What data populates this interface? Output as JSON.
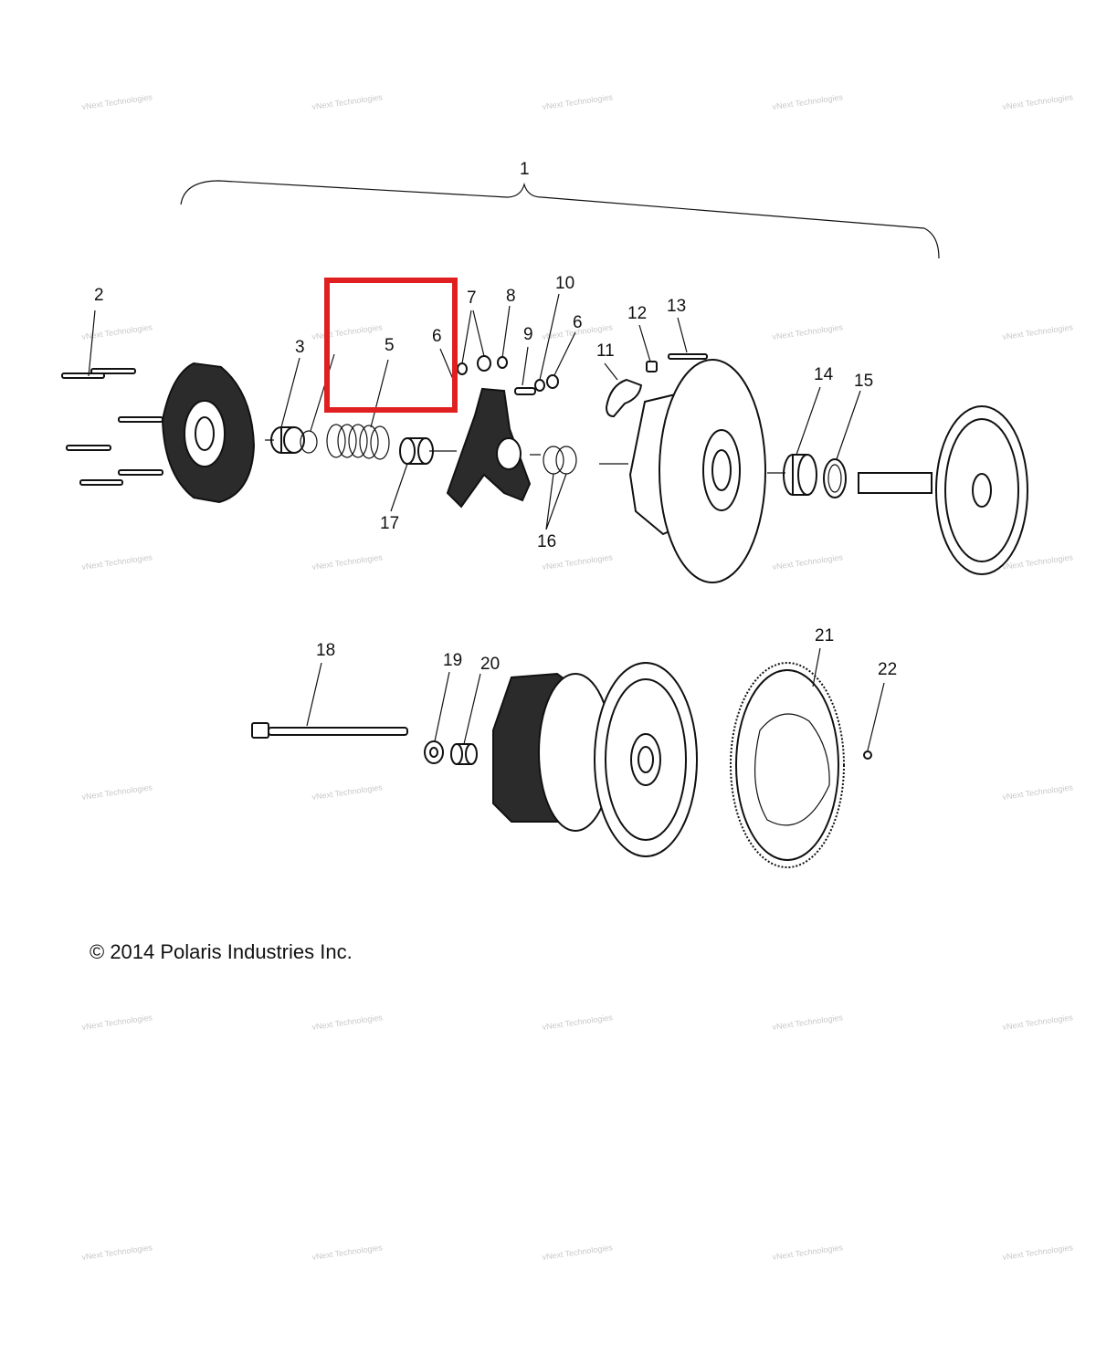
{
  "callouts": {
    "c1": "1",
    "c2": "2",
    "c3": "3",
    "c5": "5",
    "c6a": "6",
    "c6b": "6",
    "c7": "7",
    "c8": "8",
    "c9": "9",
    "c10": "10",
    "c11": "11",
    "c12": "12",
    "c13": "13",
    "c14": "14",
    "c15": "15",
    "c16": "16",
    "c17": "17",
    "c18": "18",
    "c19": "19",
    "c20": "20",
    "c21": "21",
    "c22": "22"
  },
  "copyright": "© 2014 Polaris Industries Inc.",
  "watermark": "vNext Technologies",
  "highlight_color": "#e02020"
}
